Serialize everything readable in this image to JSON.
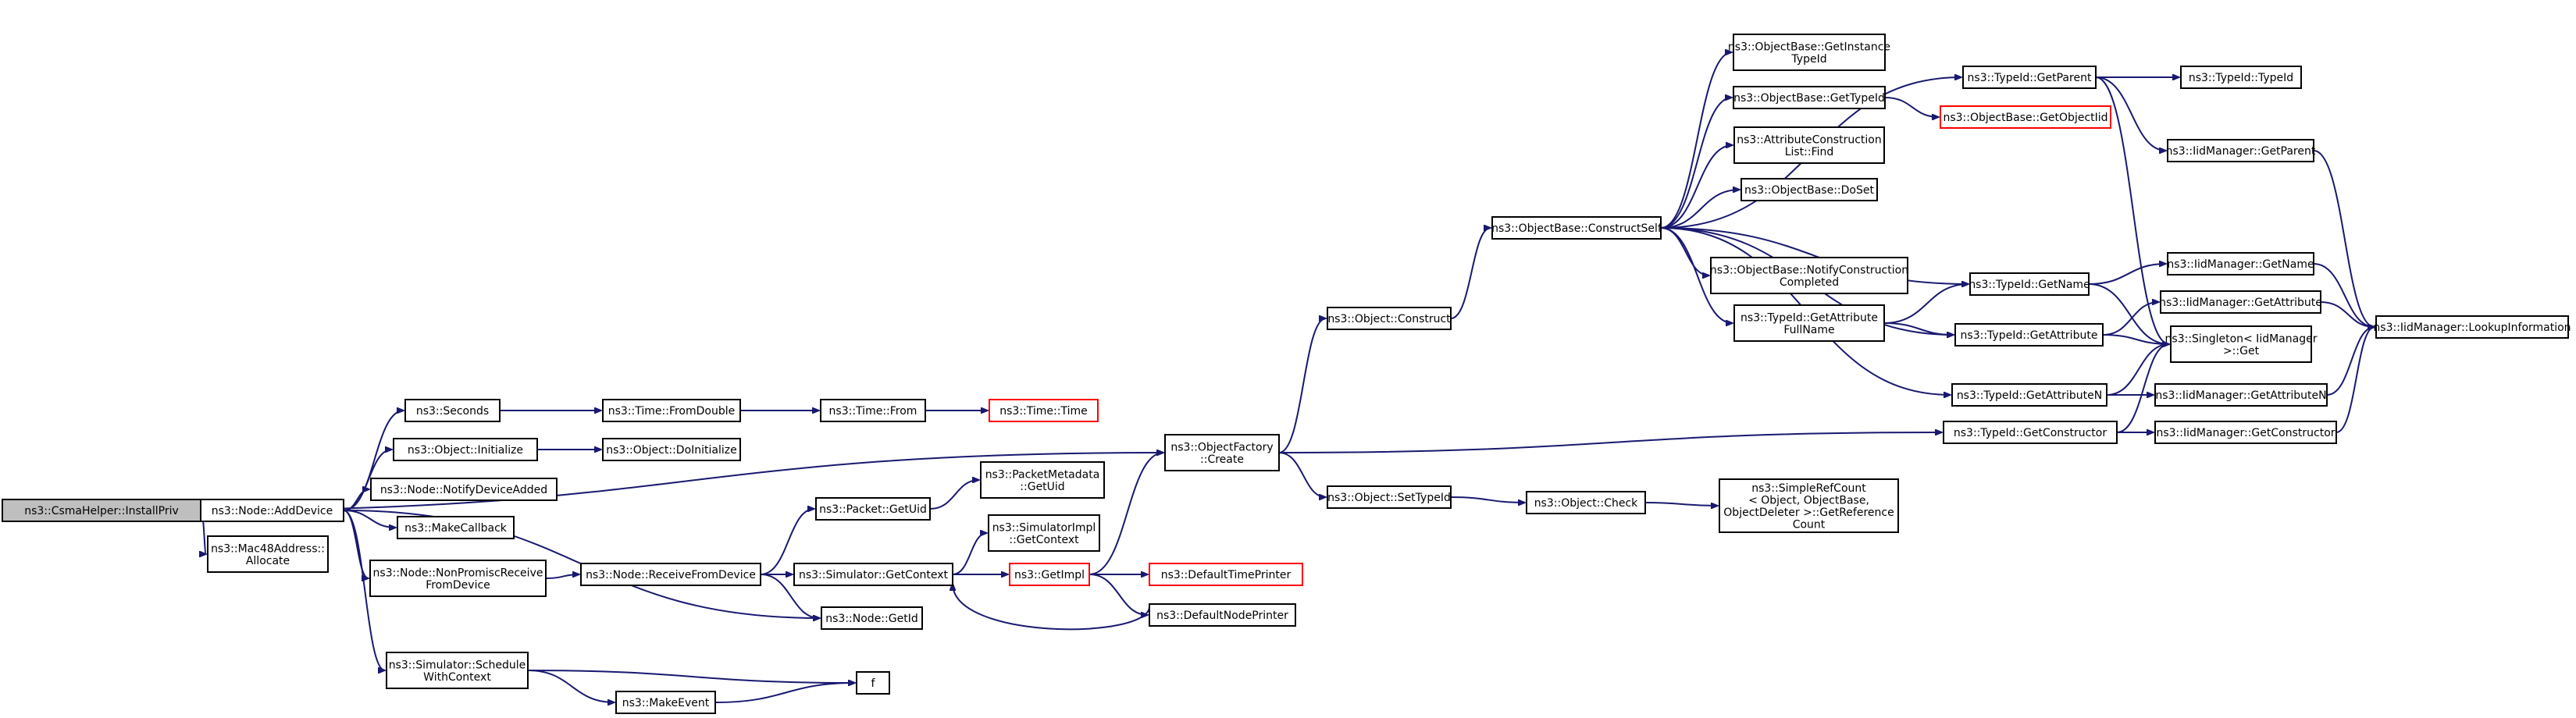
{
  "graph": {
    "nodes": [
      {
        "id": "install",
        "lines": [
          "ns3::CsmaHelper::InstallPriv"
        ],
        "style": "current"
      },
      {
        "id": "adddevice",
        "lines": [
          "ns3::Node::AddDevice"
        ],
        "style": "normal"
      },
      {
        "id": "mac48",
        "lines": [
          "ns3::Mac48Address::",
          "Allocate"
        ],
        "style": "normal"
      },
      {
        "id": "seconds",
        "lines": [
          "ns3::Seconds"
        ],
        "style": "normal"
      },
      {
        "id": "objinit",
        "lines": [
          "ns3::Object::Initialize"
        ],
        "style": "normal"
      },
      {
        "id": "notifydev",
        "lines": [
          "ns3::Node::NotifyDeviceAdded"
        ],
        "style": "normal"
      },
      {
        "id": "makecb",
        "lines": [
          "ns3::MakeCallback"
        ],
        "style": "normal"
      },
      {
        "id": "nonprom",
        "lines": [
          "ns3::Node::NonPromiscReceive",
          "FromDevice"
        ],
        "style": "normal"
      },
      {
        "id": "schedctx",
        "lines": [
          "ns3::Simulator::Schedule",
          "WithContext"
        ],
        "style": "normal"
      },
      {
        "id": "fromdouble",
        "lines": [
          "ns3::Time::FromDouble"
        ],
        "style": "normal"
      },
      {
        "id": "doinit",
        "lines": [
          "ns3::Object::DoInitialize"
        ],
        "style": "normal"
      },
      {
        "id": "recvfrom",
        "lines": [
          "ns3::Node::ReceiveFromDevice"
        ],
        "style": "normal"
      },
      {
        "id": "makeevent",
        "lines": [
          "ns3::MakeEvent"
        ],
        "style": "normal"
      },
      {
        "id": "timefrom",
        "lines": [
          "ns3::Time::From"
        ],
        "style": "normal"
      },
      {
        "id": "pktuid",
        "lines": [
          "ns3::Packet::GetUid"
        ],
        "style": "normal"
      },
      {
        "id": "getctx",
        "lines": [
          "ns3::Simulator::GetContext"
        ],
        "style": "normal"
      },
      {
        "id": "nodegetid",
        "lines": [
          "ns3::Node::GetId"
        ],
        "style": "normal"
      },
      {
        "id": "f",
        "lines": [
          "f"
        ],
        "style": "normal"
      },
      {
        "id": "timetime",
        "lines": [
          "ns3::Time::Time"
        ],
        "style": "red"
      },
      {
        "id": "pmuid",
        "lines": [
          "ns3::PacketMetadata",
          "::GetUid"
        ],
        "style": "normal"
      },
      {
        "id": "simimplctx",
        "lines": [
          "ns3::SimulatorImpl",
          "::GetContext"
        ],
        "style": "normal"
      },
      {
        "id": "getimpl",
        "lines": [
          "ns3::GetImpl"
        ],
        "style": "red"
      },
      {
        "id": "objfactory",
        "lines": [
          "ns3::ObjectFactory",
          "::Create"
        ],
        "style": "normal"
      },
      {
        "id": "deftime",
        "lines": [
          "ns3::DefaultTimePrinter"
        ],
        "style": "red"
      },
      {
        "id": "defnode",
        "lines": [
          "ns3::DefaultNodePrinter"
        ],
        "style": "normal"
      },
      {
        "id": "objconstruct",
        "lines": [
          "ns3::Object::Construct"
        ],
        "style": "normal"
      },
      {
        "id": "settypeid",
        "lines": [
          "ns3::Object::SetTypeId"
        ],
        "style": "normal"
      },
      {
        "id": "constructself",
        "lines": [
          "ns3::ObjectBase::ConstructSelf"
        ],
        "style": "normal"
      },
      {
        "id": "objcheck",
        "lines": [
          "ns3::Object::Check"
        ],
        "style": "normal"
      },
      {
        "id": "getinst",
        "lines": [
          "ns3::ObjectBase::GetInstance",
          "TypeId"
        ],
        "style": "normal"
      },
      {
        "id": "obgettypeid",
        "lines": [
          "ns3::ObjectBase::GetTypeId"
        ],
        "style": "normal"
      },
      {
        "id": "attrlist",
        "lines": [
          "ns3::AttributeConstruction",
          "List::Find"
        ],
        "style": "normal"
      },
      {
        "id": "doset",
        "lines": [
          "ns3::ObjectBase::DoSet"
        ],
        "style": "normal"
      },
      {
        "id": "notifyconst",
        "lines": [
          "ns3::ObjectBase::NotifyConstruction",
          "Completed"
        ],
        "style": "normal"
      },
      {
        "id": "attrfull",
        "lines": [
          "ns3::TypeId::GetAttribute",
          "FullName"
        ],
        "style": "normal"
      },
      {
        "id": "simplerefcount",
        "lines": [
          "ns3::SimpleRefCount",
          "< Object, ObjectBase,",
          " ObjectDeleter >::GetReference",
          "Count"
        ],
        "style": "normal"
      },
      {
        "id": "getobjectiid",
        "lines": [
          "ns3::ObjectBase::GetObjectIid"
        ],
        "style": "red"
      },
      {
        "id": "tgetparent",
        "lines": [
          "ns3::TypeId::GetParent"
        ],
        "style": "normal"
      },
      {
        "id": "tgetname",
        "lines": [
          "ns3::TypeId::GetName"
        ],
        "style": "normal"
      },
      {
        "id": "tgetattr",
        "lines": [
          "ns3::TypeId::GetAttribute"
        ],
        "style": "normal"
      },
      {
        "id": "tgetattrn",
        "lines": [
          "ns3::TypeId::GetAttributeN"
        ],
        "style": "normal"
      },
      {
        "id": "tgetctor",
        "lines": [
          "ns3::TypeId::GetConstructor"
        ],
        "style": "normal"
      },
      {
        "id": "ttypeid",
        "lines": [
          "ns3::TypeId::TypeId"
        ],
        "style": "normal"
      },
      {
        "id": "igetparent",
        "lines": [
          "ns3::IidManager::GetParent"
        ],
        "style": "normal"
      },
      {
        "id": "igetname",
        "lines": [
          "ns3::IidManager::GetName"
        ],
        "style": "normal"
      },
      {
        "id": "igetattr",
        "lines": [
          "ns3::IidManager::GetAttribute"
        ],
        "style": "normal"
      },
      {
        "id": "singleton",
        "lines": [
          "ns3::Singleton< IidManager",
          " >::Get"
        ],
        "style": "normal"
      },
      {
        "id": "igetattrn",
        "lines": [
          "ns3::IidManager::GetAttributeN"
        ],
        "style": "normal"
      },
      {
        "id": "igetctor",
        "lines": [
          "ns3::IidManager::GetConstructor"
        ],
        "style": "normal"
      },
      {
        "id": "lookup",
        "lines": [
          "ns3::IidManager::LookupInformation"
        ],
        "style": "normal"
      }
    ],
    "edges": [
      [
        "install",
        "adddevice"
      ],
      [
        "install",
        "mac48"
      ],
      [
        "install",
        "objfactory"
      ],
      [
        "adddevice",
        "seconds"
      ],
      [
        "adddevice",
        "objinit"
      ],
      [
        "adddevice",
        "notifydev"
      ],
      [
        "adddevice",
        "makecb"
      ],
      [
        "adddevice",
        "nonprom"
      ],
      [
        "adddevice",
        "schedctx"
      ],
      [
        "adddevice",
        "nodegetid"
      ],
      [
        "seconds",
        "fromdouble"
      ],
      [
        "fromdouble",
        "timefrom"
      ],
      [
        "timefrom",
        "timetime"
      ],
      [
        "objinit",
        "doinit"
      ],
      [
        "nonprom",
        "recvfrom"
      ],
      [
        "recvfrom",
        "pktuid"
      ],
      [
        "recvfrom",
        "getctx"
      ],
      [
        "recvfrom",
        "nodegetid"
      ],
      [
        "pktuid",
        "pmuid"
      ],
      [
        "getctx",
        "simimplctx"
      ],
      [
        "getctx",
        "getimpl"
      ],
      [
        "getimpl",
        "objfactory"
      ],
      [
        "getimpl",
        "deftime"
      ],
      [
        "getimpl",
        "defnode"
      ],
      [
        "defnode",
        "getctx"
      ],
      [
        "schedctx",
        "f"
      ],
      [
        "schedctx",
        "makeevent"
      ],
      [
        "makeevent",
        "f"
      ],
      [
        "objfactory",
        "objconstruct"
      ],
      [
        "objfactory",
        "settypeid"
      ],
      [
        "objfactory",
        "tgetctor"
      ],
      [
        "objconstruct",
        "constructself"
      ],
      [
        "settypeid",
        "objcheck"
      ],
      [
        "objcheck",
        "simplerefcount"
      ],
      [
        "constructself",
        "getinst"
      ],
      [
        "constructself",
        "obgettypeid"
      ],
      [
        "constructself",
        "attrlist"
      ],
      [
        "constructself",
        "doset"
      ],
      [
        "constructself",
        "notifyconst"
      ],
      [
        "constructself",
        "attrfull"
      ],
      [
        "constructself",
        "tgetparent"
      ],
      [
        "constructself",
        "tgetname"
      ],
      [
        "constructself",
        "tgetattr"
      ],
      [
        "constructself",
        "tgetattrn"
      ],
      [
        "obgettypeid",
        "getobjectiid"
      ],
      [
        "attrfull",
        "tgetname"
      ],
      [
        "attrfull",
        "tgetattr"
      ],
      [
        "tgetparent",
        "ttypeid"
      ],
      [
        "tgetparent",
        "igetparent"
      ],
      [
        "tgetparent",
        "singleton"
      ],
      [
        "tgetname",
        "igetname"
      ],
      [
        "tgetname",
        "singleton"
      ],
      [
        "tgetattr",
        "igetattr"
      ],
      [
        "tgetattr",
        "singleton"
      ],
      [
        "tgetattrn",
        "igetattrn"
      ],
      [
        "tgetattrn",
        "singleton"
      ],
      [
        "tgetctor",
        "igetctor"
      ],
      [
        "tgetctor",
        "singleton"
      ],
      [
        "igetparent",
        "lookup"
      ],
      [
        "igetname",
        "lookup"
      ],
      [
        "igetattr",
        "lookup"
      ],
      [
        "igetattrn",
        "lookup"
      ],
      [
        "igetctor",
        "lookup"
      ]
    ]
  }
}
